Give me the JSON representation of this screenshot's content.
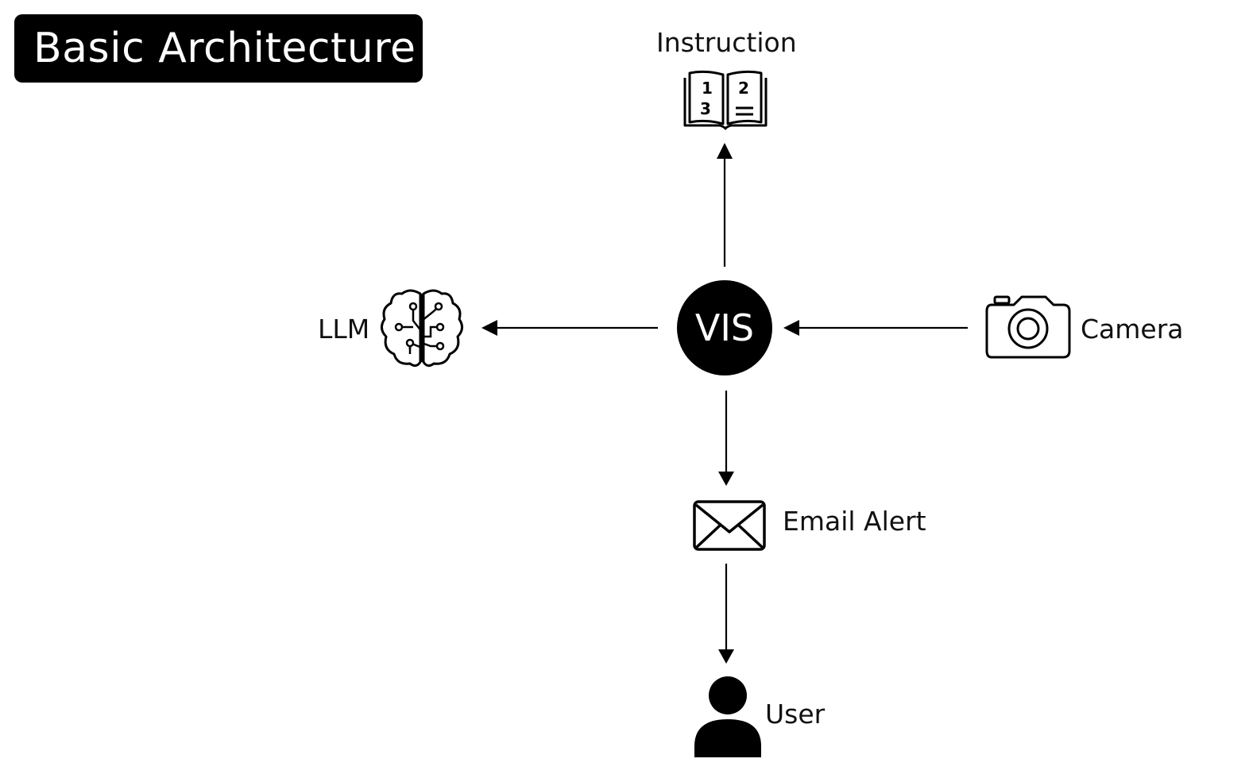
{
  "title": "Basic Architecture",
  "hub": {
    "label": "VIS"
  },
  "nodes": {
    "instruction": {
      "label": "Instruction",
      "icon": "instruction-book-icon",
      "icon_digits": [
        "1",
        "2",
        "3"
      ]
    },
    "llm": {
      "label": "LLM",
      "icon": "brain-circuit-icon"
    },
    "camera": {
      "label": "Camera",
      "icon": "camera-icon"
    },
    "email_alert": {
      "label": "Email Alert",
      "icon": "envelope-icon"
    },
    "user": {
      "label": "User",
      "icon": "user-icon"
    }
  },
  "edges": [
    {
      "from": "VIS",
      "to": "Instruction"
    },
    {
      "from": "VIS",
      "to": "LLM"
    },
    {
      "from": "Camera",
      "to": "VIS"
    },
    {
      "from": "VIS",
      "to": "Email Alert"
    },
    {
      "from": "Email Alert",
      "to": "User"
    }
  ],
  "colors": {
    "background": "#ffffff",
    "foreground": "#000000",
    "hub_text": "#ffffff"
  }
}
